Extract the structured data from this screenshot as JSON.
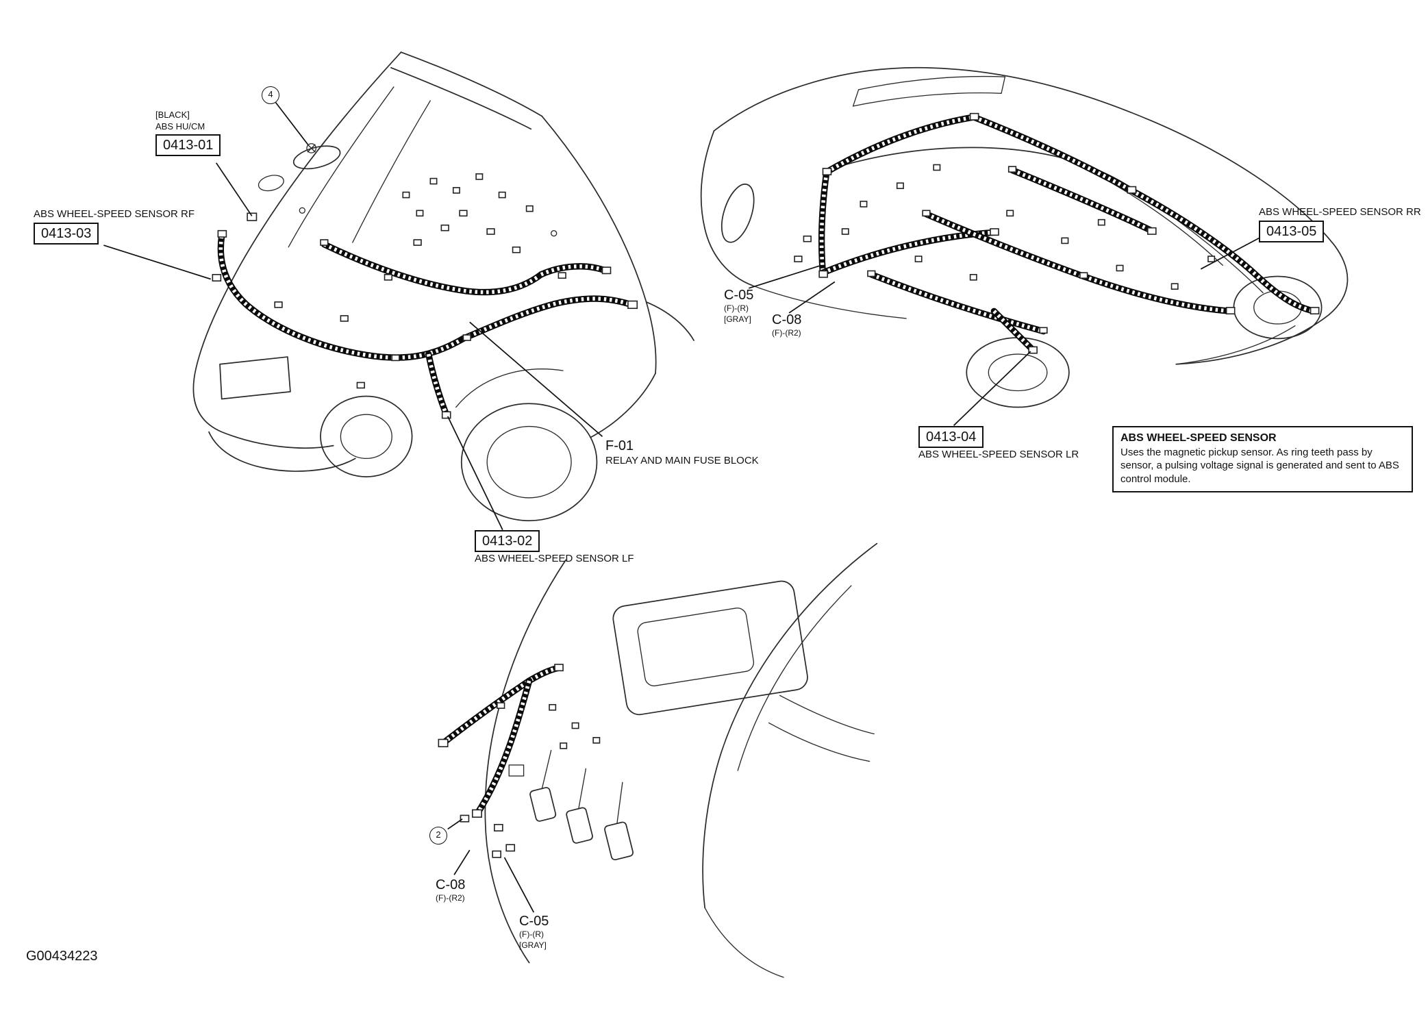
{
  "figure": {
    "id": "G00434223"
  },
  "front_view": {
    "callout": "4",
    "hucm": {
      "line1": "[BLACK]",
      "line2": "ABS HU/CM",
      "code": "0413-01"
    },
    "sensor_rf": {
      "label": "ABS WHEEL-SPEED SENSOR RF",
      "code": "0413-03"
    },
    "sensor_lf": {
      "label": "ABS WHEEL-SPEED SENSOR LF",
      "code": "0413-02"
    },
    "fuse_block": {
      "code": "F-01",
      "label": "RELAY AND MAIN FUSE BLOCK"
    }
  },
  "rear_view": {
    "sensor_rr": {
      "label": "ABS WHEEL-SPEED SENSOR RR",
      "code": "0413-05"
    },
    "sensor_lr": {
      "label": "ABS WHEEL-SPEED SENSOR LR",
      "code": "0413-04"
    },
    "c05": {
      "code": "C-05",
      "sub1": "(F)-(R)",
      "sub2": "[GRAY]"
    },
    "c08": {
      "code": "C-08",
      "sub1": "(F)-(R2)"
    }
  },
  "interior_view": {
    "callout": "2",
    "c08": {
      "code": "C-08",
      "sub1": "(F)-(R2)"
    },
    "c05": {
      "code": "C-05",
      "sub1": "(F)-(R)",
      "sub2": "[GRAY]"
    }
  },
  "note": {
    "title": "ABS WHEEL-SPEED SENSOR",
    "body": "Uses the magnetic pickup sensor. As ring teeth pass by sensor, a pulsing voltage signal is generated and sent to ABS control module."
  }
}
